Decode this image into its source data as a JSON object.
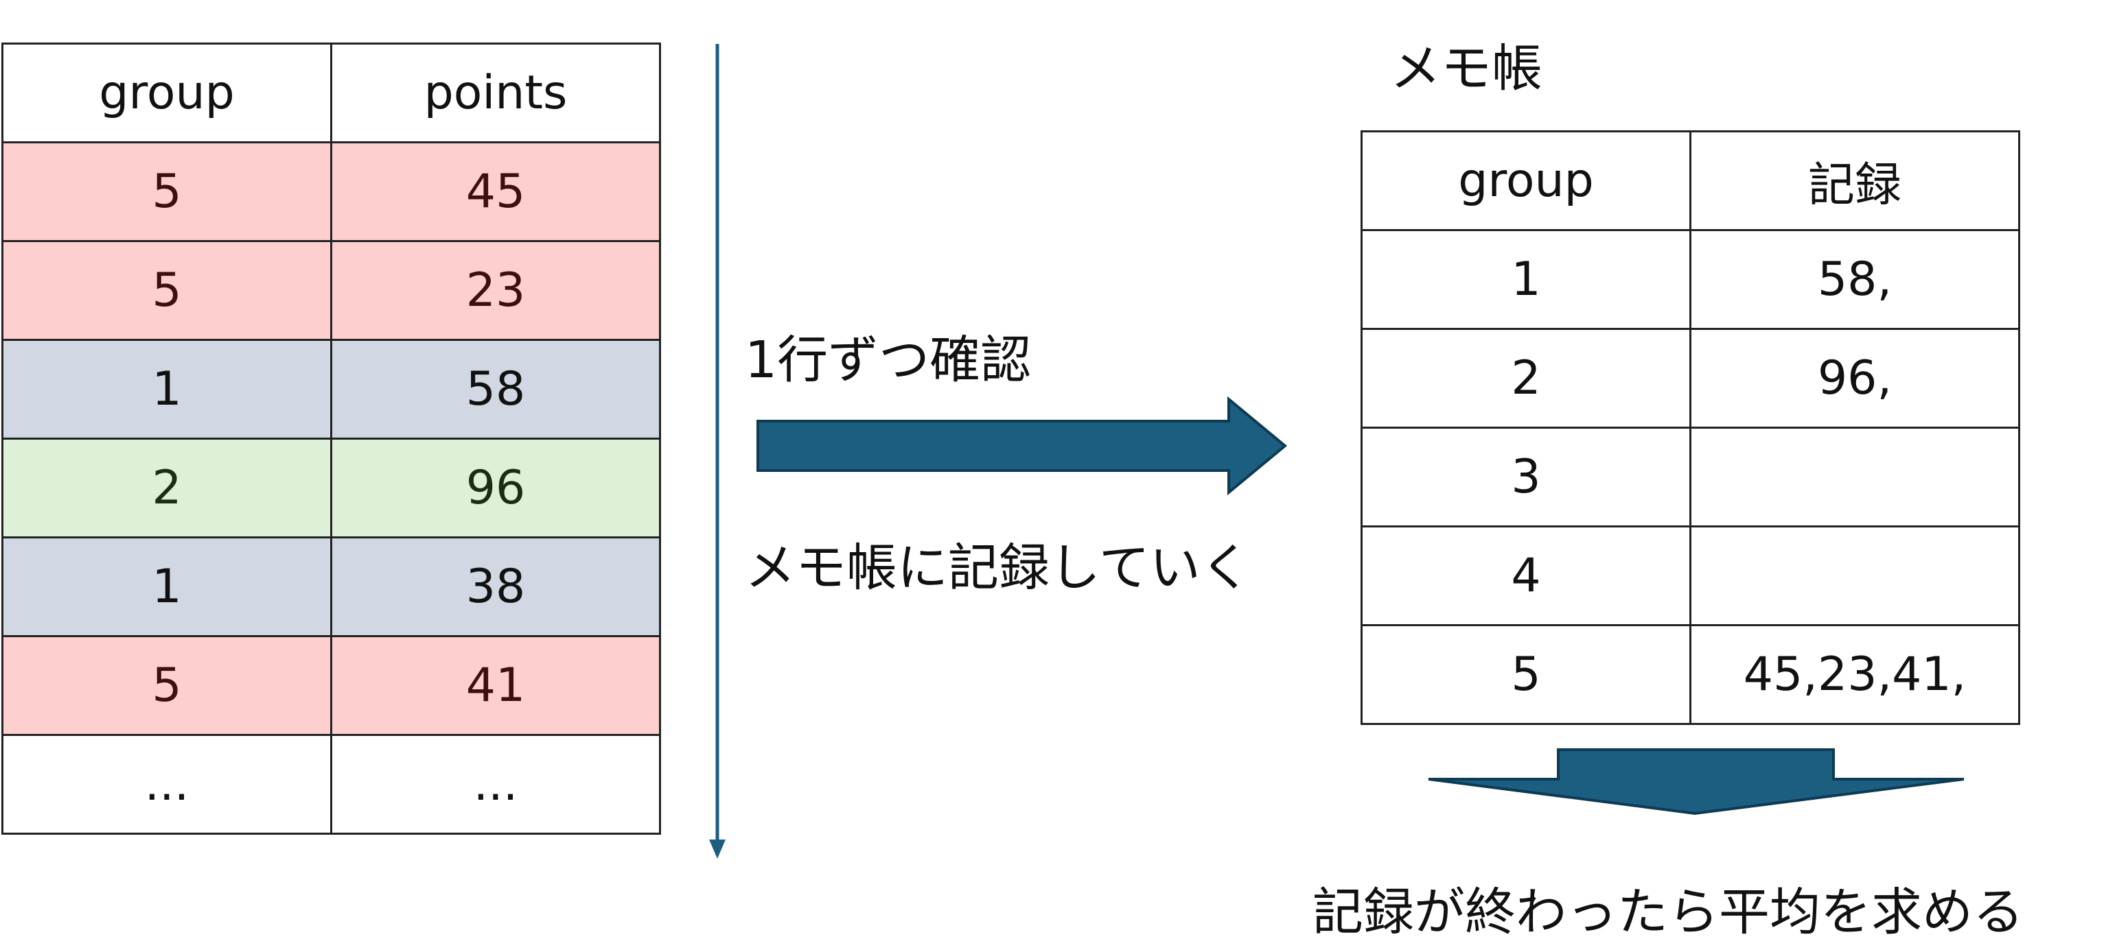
{
  "source_table": {
    "headers": [
      "group",
      "points"
    ],
    "rows": [
      {
        "group": "5",
        "points": "45"
      },
      {
        "group": "5",
        "points": "23"
      },
      {
        "group": "1",
        "points": "58"
      },
      {
        "group": "2",
        "points": "96"
      },
      {
        "group": "1",
        "points": "38"
      },
      {
        "group": "5",
        "points": "41"
      },
      {
        "group": "...",
        "points": "..."
      }
    ]
  },
  "labels": {
    "step": "1行ずつ確認",
    "record": "メモ帳に記録していく",
    "memo_title": "メモ帳",
    "final": "記録が終わったら平均を求める"
  },
  "memo_table": {
    "headers": [
      "group",
      "記録"
    ],
    "rows": [
      {
        "group": "1",
        "record": "58,"
      },
      {
        "group": "2",
        "record": "96,"
      },
      {
        "group": "3",
        "record": ""
      },
      {
        "group": "4",
        "record": ""
      },
      {
        "group": "5",
        "record": "45,23,41,"
      }
    ]
  },
  "colors": {
    "group5_fill": "#fdd0cf",
    "group1_fill": "#d1d8e3",
    "group2_fill": "#dff0d8",
    "arrow": "#1b5e80"
  }
}
